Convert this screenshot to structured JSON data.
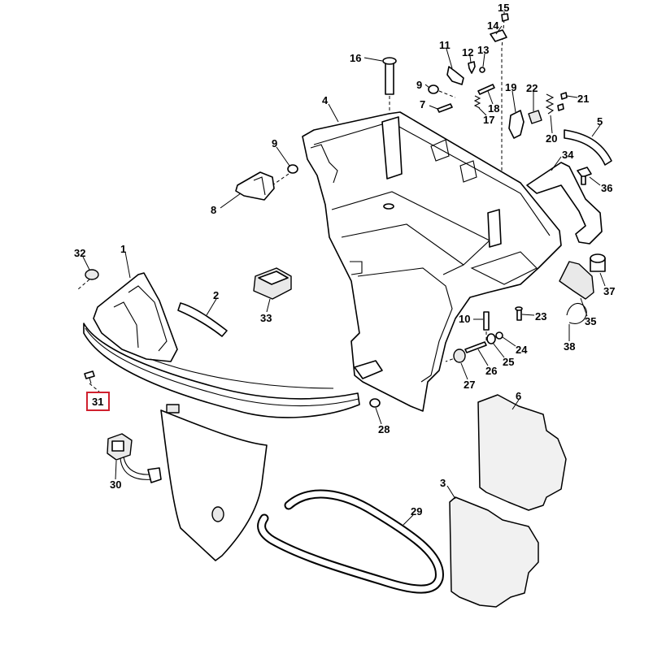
{
  "colors": {
    "line": "#000000",
    "highlight": "#d0202e"
  },
  "callouts": {
    "p1": "1",
    "p2": "2",
    "p3": "3",
    "p4": "4",
    "p5": "5",
    "p6": "6",
    "p7": "7",
    "p8": "8",
    "p9a": "9",
    "p9b": "9",
    "p10": "10",
    "p11": "11",
    "p12": "12",
    "p13": "13",
    "p14": "14",
    "p15": "15",
    "p16": "16",
    "p17": "17",
    "p18": "18",
    "p19": "19",
    "p20": "20",
    "p21": "21",
    "p22": "22",
    "p23": "23",
    "p24": "24",
    "p25": "25",
    "p26": "26",
    "p27": "27",
    "p28": "28",
    "p29": "29",
    "p30": "30",
    "p31": "31",
    "p32": "32",
    "p33": "33",
    "p34": "34",
    "p35": "35",
    "p36": "36",
    "p37": "37",
    "p38": "38"
  }
}
